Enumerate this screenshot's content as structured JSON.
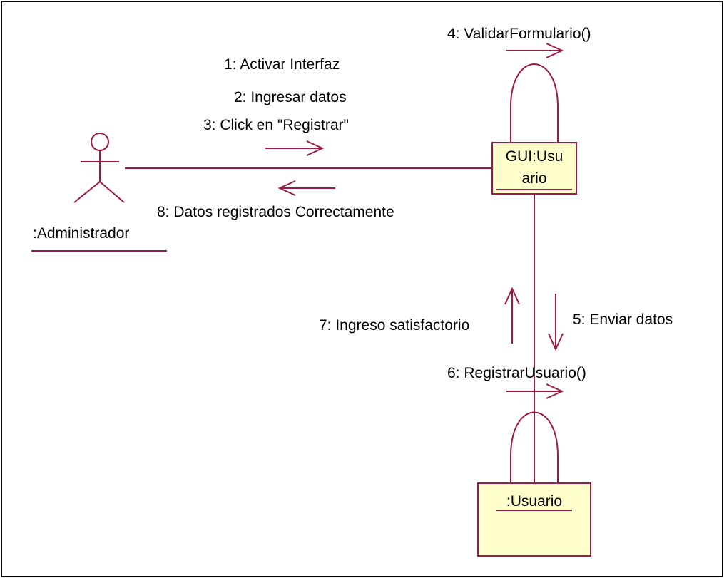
{
  "diagram": {
    "actor": {
      "label": ":Administrador"
    },
    "objects": {
      "gui": {
        "line1": "GUI:Usu",
        "line2": "ario"
      },
      "usuario": {
        "label": ":Usuario"
      }
    },
    "messages": {
      "m1": "1: Activar Interfaz",
      "m2": "2: Ingresar datos",
      "m3": "3: Click en \"Registrar\"",
      "m4": "4: ValidarFormulario()",
      "m5": "5: Enviar datos",
      "m6": "6: RegistrarUsuario()",
      "m7": "7: Ingreso satisfactorio",
      "m8": "8: Datos registrados Correctamente"
    },
    "colors": {
      "line": "#9b1b47",
      "object_fill": "#ffffcc",
      "frame": "#000000",
      "text": "#000000"
    }
  }
}
